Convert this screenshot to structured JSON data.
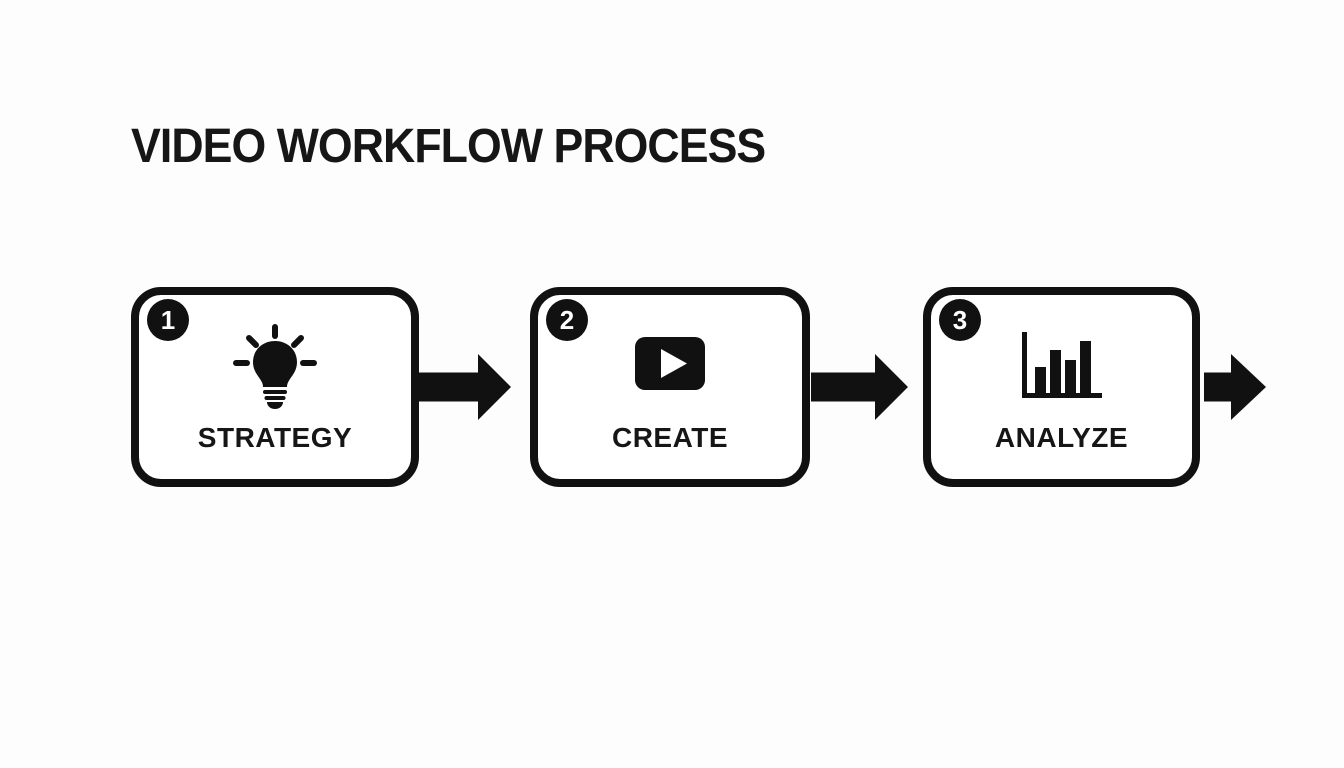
{
  "title": "VIDEO WORKFLOW PROCESS",
  "steps": [
    {
      "number": "1",
      "label": "STRATEGY",
      "icon": "lightbulb-icon"
    },
    {
      "number": "2",
      "label": "CREATE",
      "icon": "play-video-icon"
    },
    {
      "number": "3",
      "label": "ANALYZE",
      "icon": "bar-chart-icon"
    }
  ],
  "arrows": {
    "count": 3,
    "direction": "right"
  },
  "colors": {
    "ink": "#111111",
    "background": "#fdfdfd",
    "box_fill": "#ffffff",
    "badge_text": "#ffffff"
  }
}
